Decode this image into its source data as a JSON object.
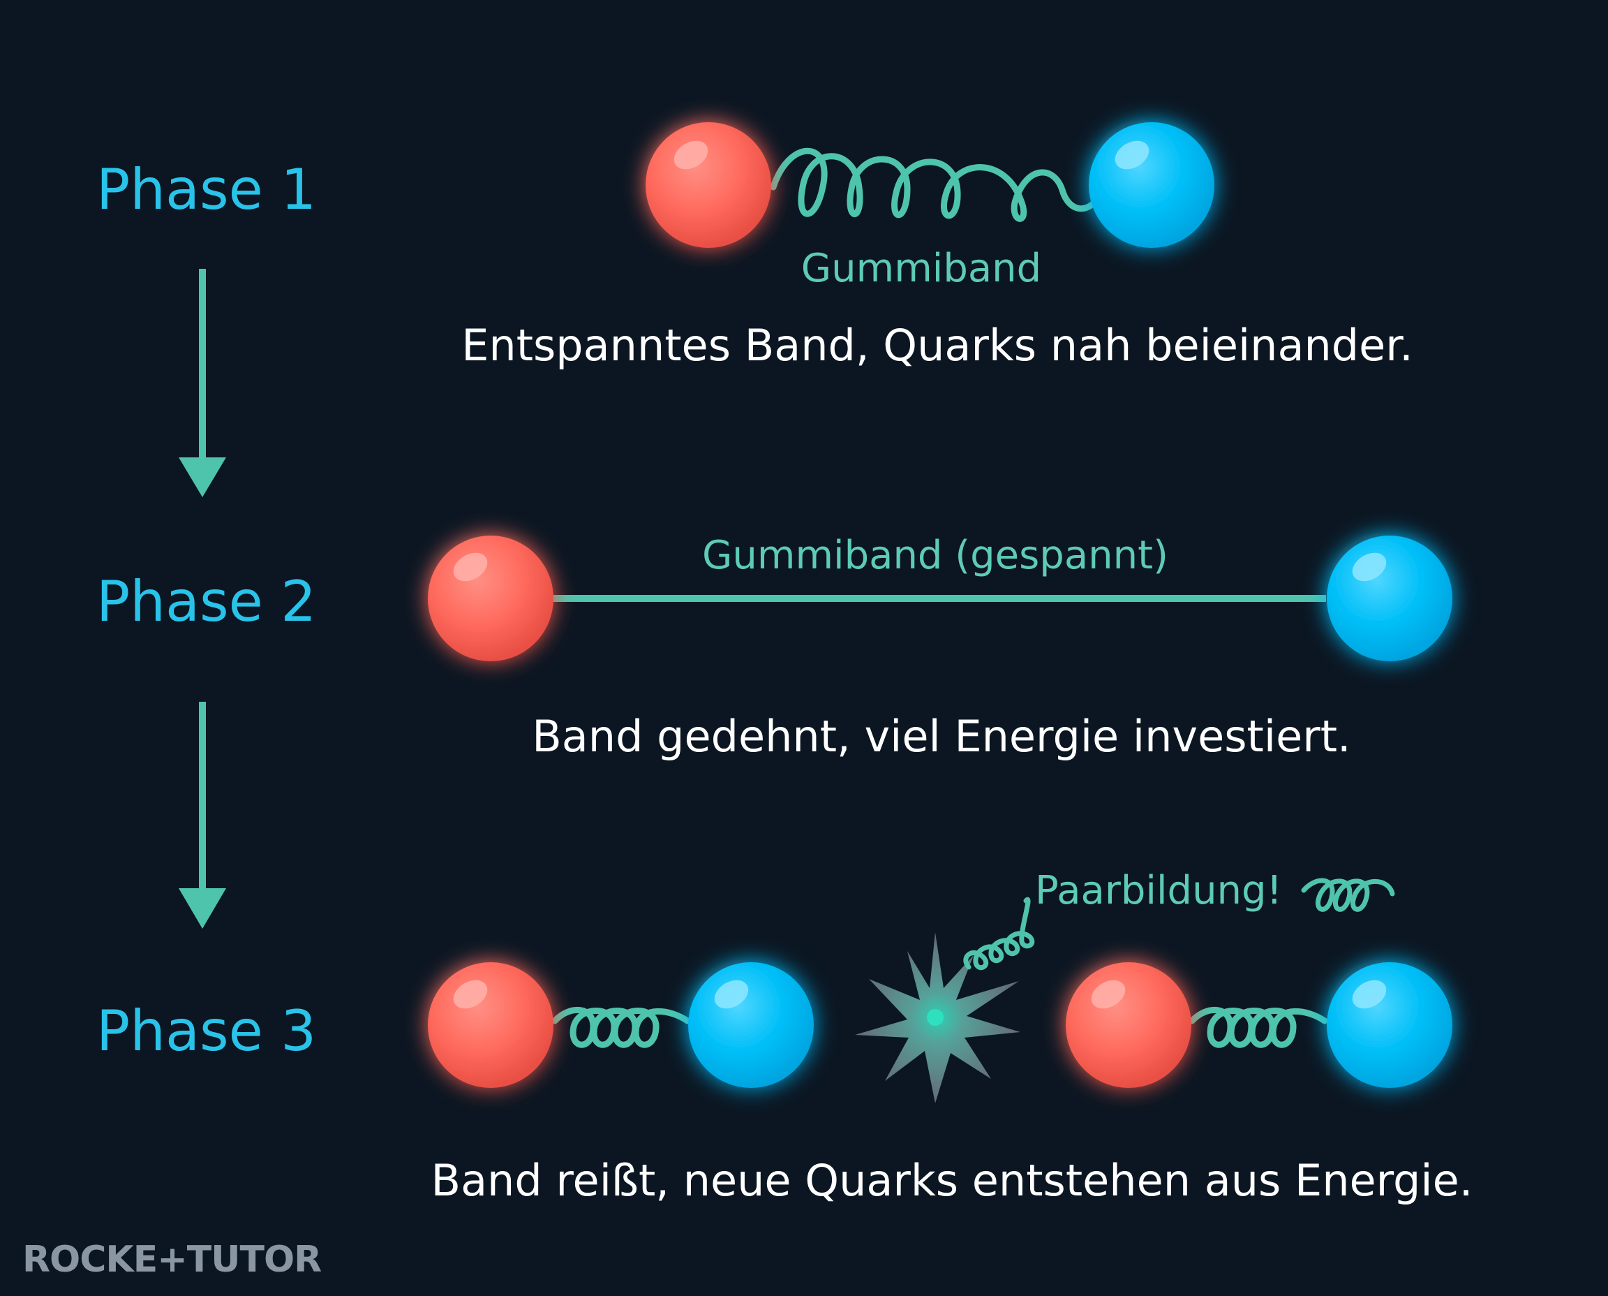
{
  "phases": [
    {
      "label": "Phase 1",
      "band_label": "Gummiband",
      "caption": "Entspanntes Band, Quarks nah beieinander."
    },
    {
      "label": "Phase 2",
      "band_label": "Gummiband (gespannt)",
      "caption": "Band gedehnt, viel Energie investiert."
    },
    {
      "label": "Phase 3",
      "band_label": "Paarbildung!",
      "caption": "Band reißt, neue Quarks entstehen aus Energie."
    }
  ],
  "logo": {
    "text": "ROCKE+TUTOR"
  },
  "colors": {
    "background": "#0b1622",
    "red_quark": "#ff6b5e",
    "blue_quark": "#00bff8",
    "band": "#4fc4ad",
    "phase_label": "#29c3ea",
    "caption": "#ffffff",
    "band_label": "#5ecbb7",
    "logo": "#8a96a2"
  },
  "icons": {
    "arrow": "arrow-down-icon",
    "burst": "star-burst-icon"
  }
}
